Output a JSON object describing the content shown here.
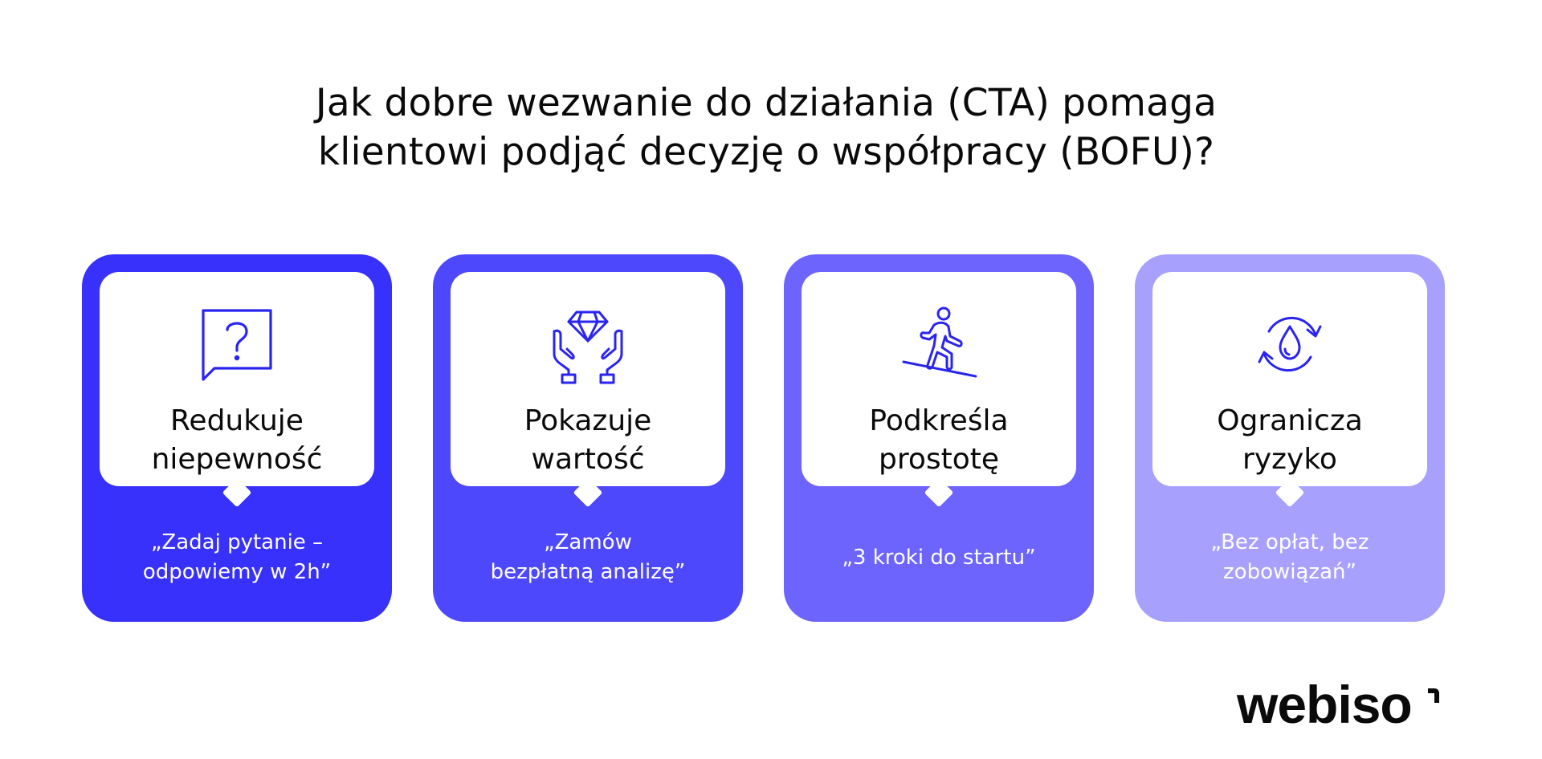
{
  "title": {
    "line1": "Jak dobre wezwanie do działania (CTA) pomaga",
    "line2": "klientowi podjąć decyzję o współpracy (BOFU)?"
  },
  "cards": [
    {
      "icon": "question-speech-bubble-icon",
      "heading_line1": "Redukuje",
      "heading_line2": "niepewność",
      "cta_line1": "„Zadaj pytanie –",
      "cta_line2": "odpowiemy w 2h”",
      "color": "#3830fb"
    },
    {
      "icon": "diamond-in-hands-icon",
      "heading_line1": "Pokazuje",
      "heading_line2": "wartość",
      "cta_line1": "„Zamów",
      "cta_line2": "bezpłatną analizę”",
      "color": "#4e48fc"
    },
    {
      "icon": "person-walking-uphill-icon",
      "heading_line1": "Podkreśla",
      "heading_line2": "prostotę",
      "cta_line1": "„3 kroki do startu”",
      "cta_line2": "",
      "color": "#6c64fd"
    },
    {
      "icon": "water-drop-cycle-icon",
      "heading_line1": "Ogranicza",
      "heading_line2": "ryzyko",
      "cta_line1": "„Bez opłat, bez",
      "cta_line2": "zobowiązań”",
      "color": "#a7a1fd"
    }
  ],
  "icon_color": "#2a24f0",
  "logo": {
    "text": "webiso"
  }
}
